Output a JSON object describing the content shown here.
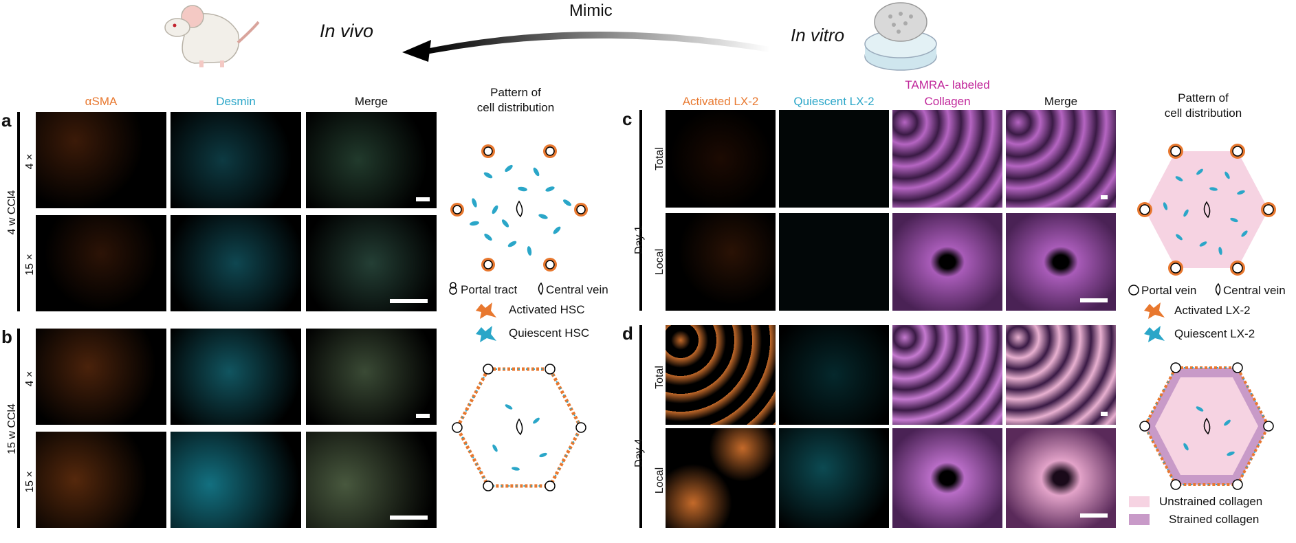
{
  "header": {
    "in_vivo": "In vivo",
    "in_vitro": "In vitro",
    "mimic": "Mimic"
  },
  "left": {
    "col_headers": [
      "αSMA",
      "Desmin",
      "Merge"
    ],
    "col_colors": [
      "#e8782f",
      "#2aa6c8",
      "#111111"
    ],
    "pattern_title_1": "Pattern of",
    "pattern_title_2": "cell distribution",
    "panel_a": {
      "letter": "a",
      "condition": "4 w CCl4",
      "rows": [
        "4 ×",
        "15 ×"
      ]
    },
    "panel_b": {
      "letter": "b",
      "condition": "15 w CCl4",
      "rows": [
        "4 ×",
        "15 ×"
      ]
    },
    "legend": {
      "portal": "Portal tract",
      "central": "Central vein",
      "activated": "Activated HSC",
      "quiescent": "Quiescent HSC"
    }
  },
  "right": {
    "col_headers": [
      "Activated LX-2",
      "Quiescent LX-2",
      "TAMRA- labeled",
      "Collagen",
      "Merge"
    ],
    "col_colors": [
      "#e8782f",
      "#2aa6c8",
      "#c0269a",
      "#111111"
    ],
    "pattern_title_1": "Pattern of",
    "pattern_title_2": "cell distribution",
    "panel_c": {
      "letter": "c",
      "condition": "Day 1",
      "rows": [
        "Total",
        "Local"
      ]
    },
    "panel_d": {
      "letter": "d",
      "condition": "Day 4",
      "rows": [
        "Total",
        "Local"
      ]
    },
    "legend": {
      "portal": "Portal vein",
      "central": "Central vein",
      "activated": "Activated LX-2",
      "quiescent": "Quiescent LX-2",
      "unstrained": "Unstrained collagen",
      "strained": "Strained collagen"
    }
  },
  "colors": {
    "orange": "#e8782f",
    "cyan": "#2aa6c8",
    "magenta": "#c0269a",
    "pink": "#f6d3e2",
    "strained": "#c89ac8"
  }
}
